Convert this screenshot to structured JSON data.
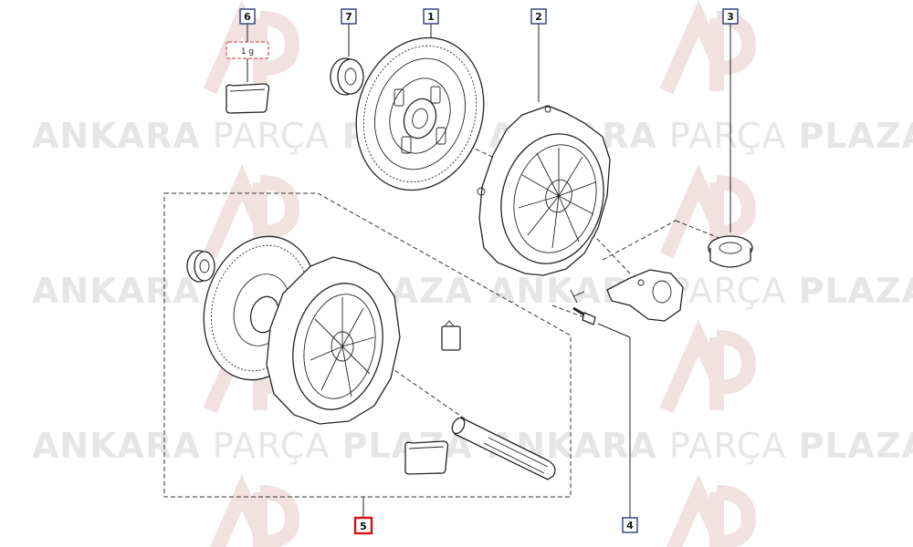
{
  "watermark": {
    "brand_bold_1": "ANKARA",
    "brand_light": "PARÇA",
    "brand_bold_2": "PLAZA"
  },
  "callouts": [
    {
      "id": "6",
      "label": "6",
      "highlighted": false
    },
    {
      "id": "7",
      "label": "7",
      "highlighted": false
    },
    {
      "id": "1",
      "label": "1",
      "highlighted": false
    },
    {
      "id": "2",
      "label": "2",
      "highlighted": false
    },
    {
      "id": "3",
      "label": "3",
      "highlighted": false
    },
    {
      "id": "4",
      "label": "4",
      "highlighted": false
    },
    {
      "id": "5",
      "label": "5",
      "highlighted": true
    }
  ],
  "grease_quantity": "1 g",
  "colors": {
    "callout_border": "#1a2b6d",
    "callout_highlight": "#e01010",
    "watermark_text": "#e6e6e6",
    "watermark_logo": "#f1e1e1"
  }
}
